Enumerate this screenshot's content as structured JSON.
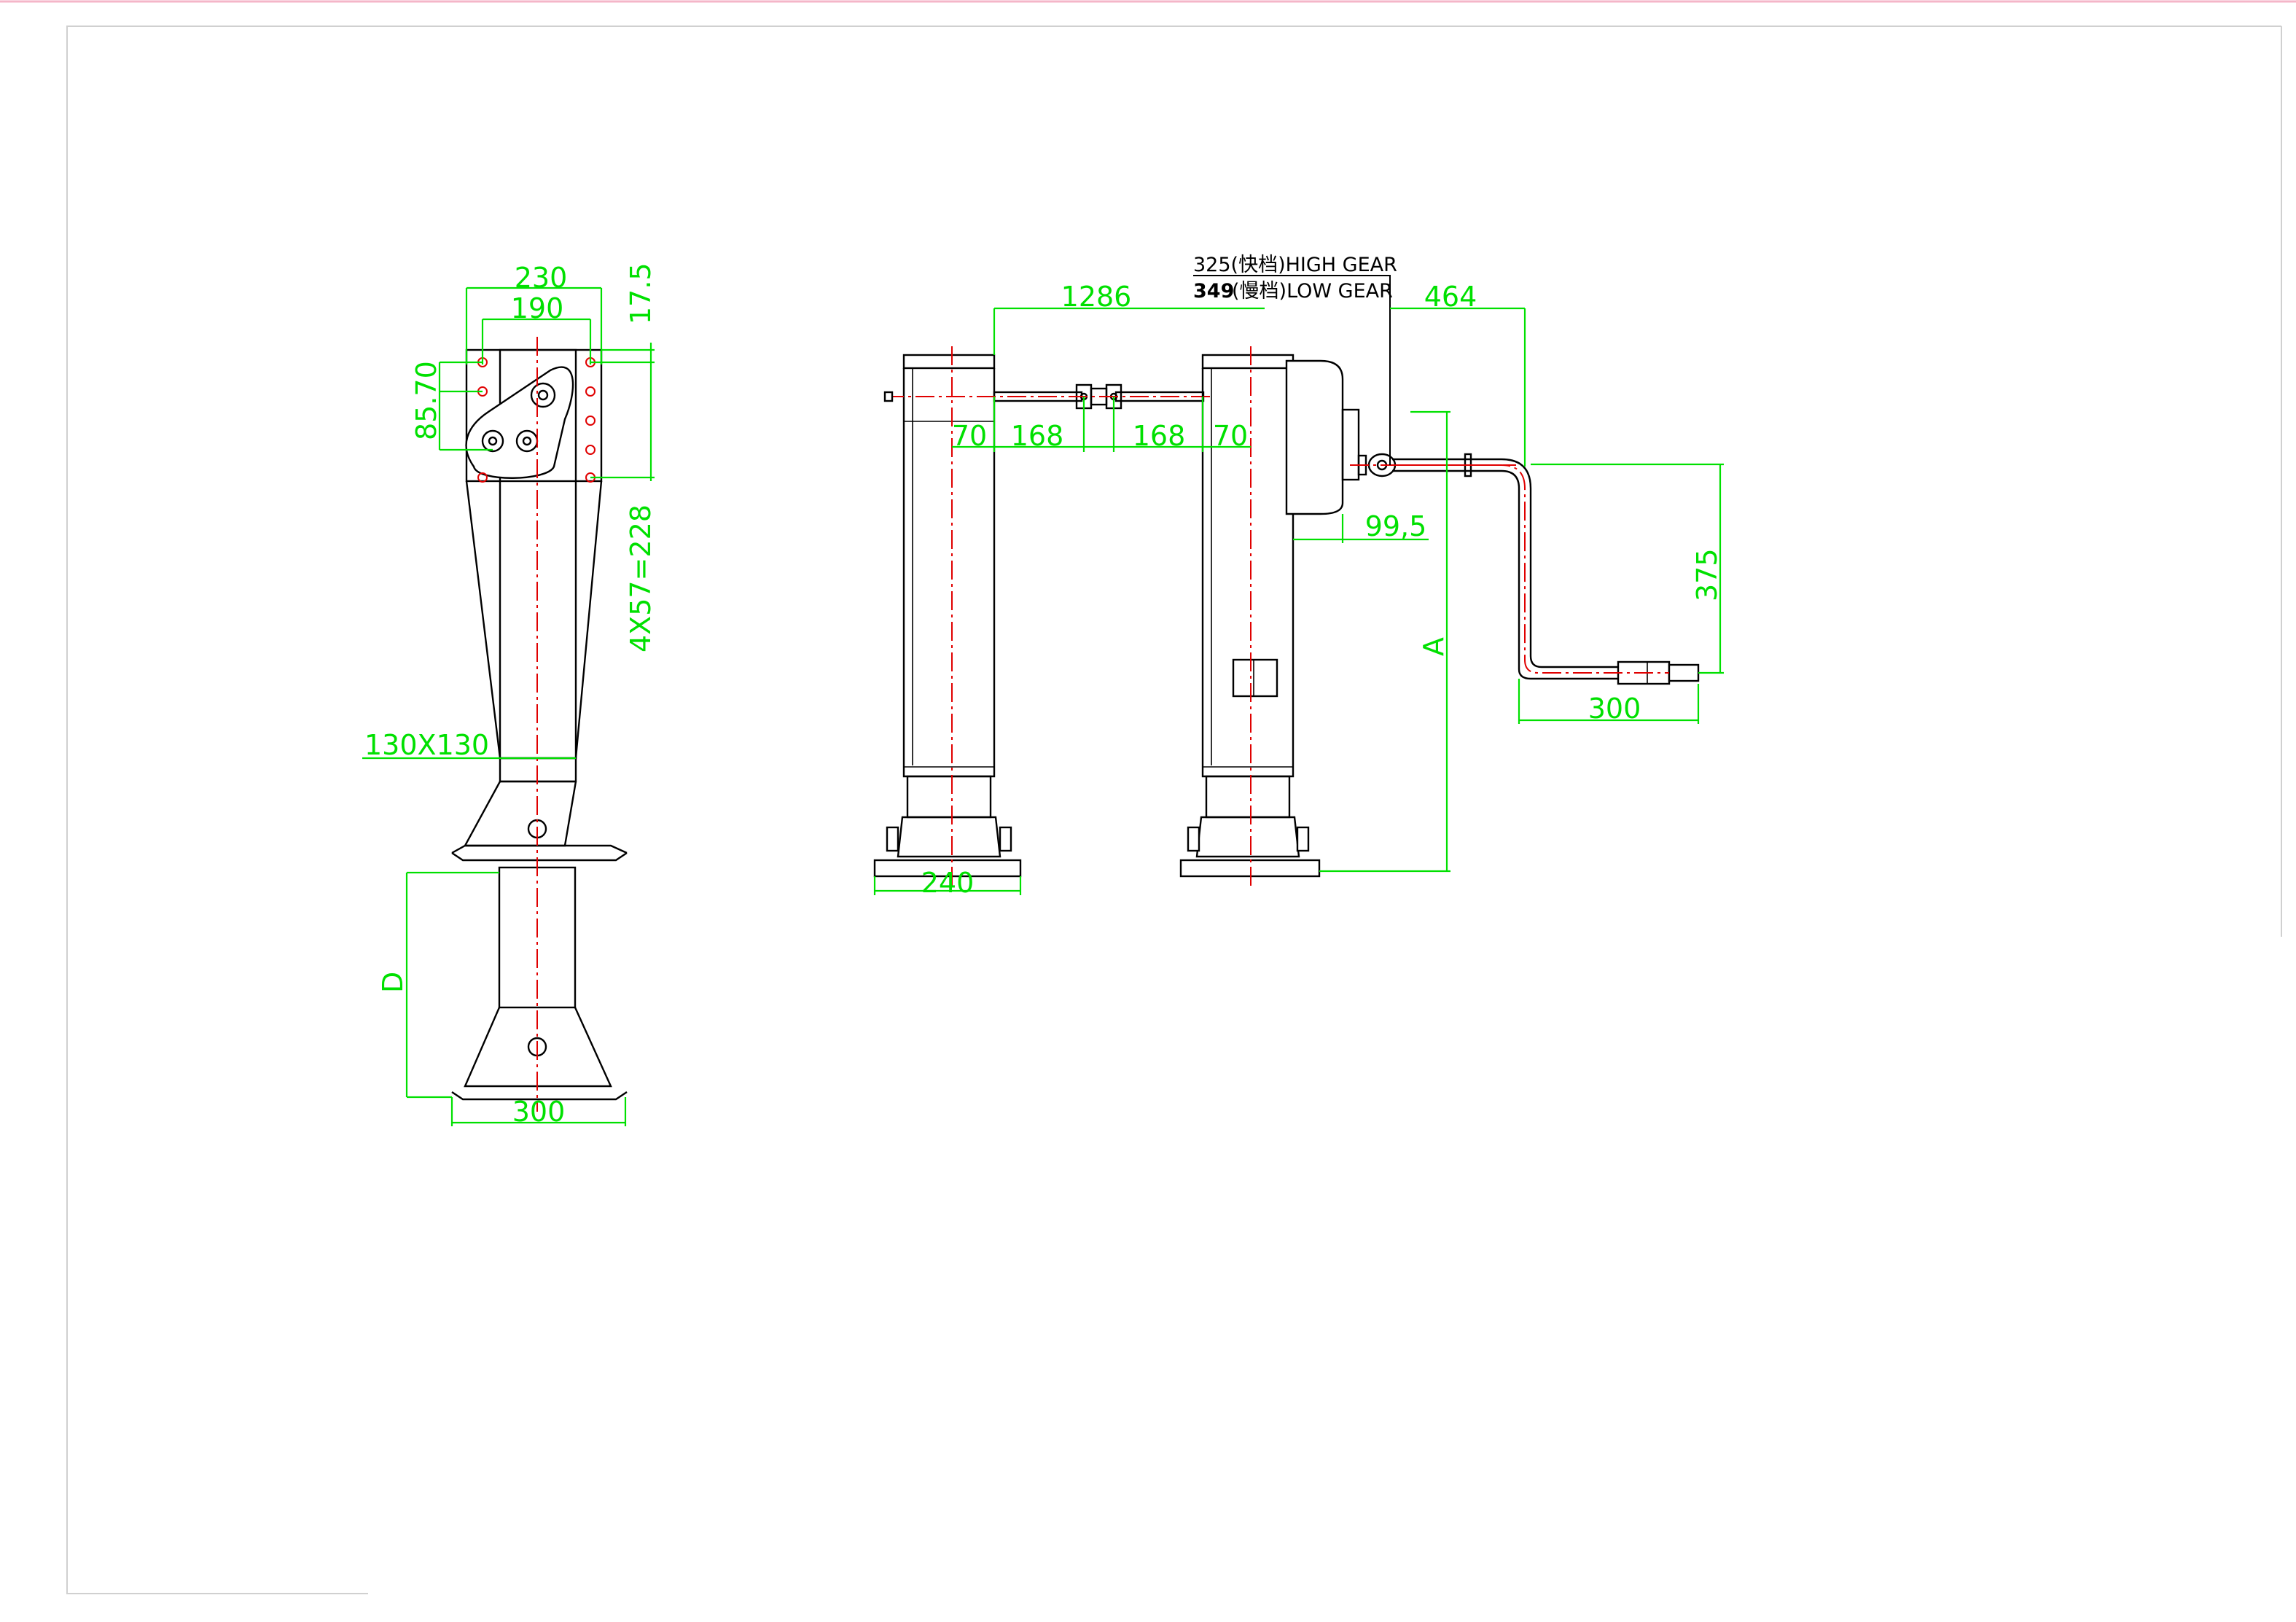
{
  "colors": {
    "dimension": "#00e000",
    "centerline": "#e00000",
    "outline": "#000000",
    "background": "#ffffff"
  },
  "side_view": {
    "dims": {
      "top_width": "230",
      "inner_width": "190",
      "top_offset": "17.5",
      "hole_pitch": "85.70",
      "hole_row": "4X57=228",
      "tube_size": "130X130",
      "leg_travel": "D",
      "foot_width": "300"
    }
  },
  "front_view": {
    "dims": {
      "span": "1286",
      "gear_note_high": "325(快档)HIGH GEAR",
      "gear_note_low_num": "349",
      "gear_note_low": "(慢档)LOW GEAR",
      "crank_offset": "464",
      "left_inset": "70",
      "left_shaft": "168",
      "right_shaft": "168",
      "right_inset": "70",
      "gearbox_offset": "99,5",
      "height": "A",
      "crank_drop": "375",
      "crank_length": "300",
      "base_width": "240"
    }
  }
}
